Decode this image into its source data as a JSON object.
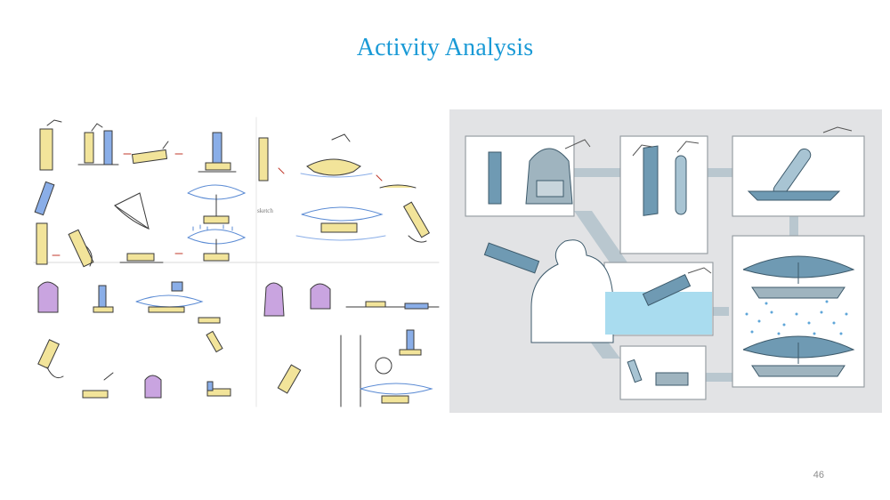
{
  "slide": {
    "title": "Activity Analysis",
    "page_number": "46"
  },
  "colors": {
    "title": "#1a9ad6",
    "sketch_line": "#3a3a3a",
    "sketch_yellow": "#f2e49a",
    "sketch_blue": "#8aaee8",
    "sketch_purple": "#c9a4e0",
    "render_blue": "#6f9ab3",
    "render_water": "#a9dcef",
    "render_bg": "#e2e3e5"
  },
  "icons": {
    "left": "hand-drawn-storyboard-sketches",
    "right": "rendered-storyboard-illustration"
  }
}
